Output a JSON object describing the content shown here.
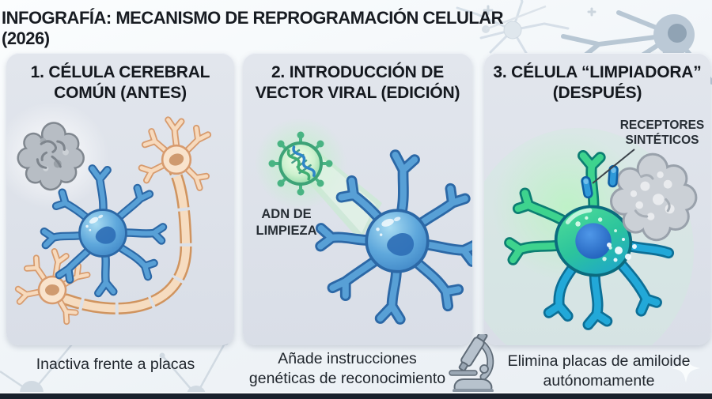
{
  "title": "INFOGRAFÍA: MECANISMO DE REPROGRAMACIÓN CELULAR (2026)",
  "panels": [
    {
      "heading_line1": "1. CÉLULA CEREBRAL",
      "heading_line2": "COMÚN (ANTES)",
      "caption_line1": "Inactiva frente a placas"
    },
    {
      "heading_line1": "2. INTRODUCCIÓN DE",
      "heading_line2": "VECTOR VIRAL (EDICIÓN)",
      "label_line1": "ADN DE",
      "label_line2": "LIMPIEZA",
      "caption_line1": "Añade instrucciones",
      "caption_line2": "genéticas de reconocimiento"
    },
    {
      "heading_line1": "3. CÉLULA “LIMPIADORA”",
      "heading_line2": "(DESPUÉS)",
      "label_line1": "RECEPTORES",
      "label_line2": "SINTÉTICOS",
      "caption_line1": "Elimina placas de amiloide",
      "caption_line2": "autónomamente"
    }
  ],
  "icons": {
    "microscope": "microscope-icon",
    "viral_vector": "viral-vector-icon",
    "dna_helix": "dna-helix-icon",
    "amyloid_plaque": "amyloid-plaque-icon",
    "sparkle": "sparkle-icon"
  },
  "colors": {
    "page_background": "#f2f6f9",
    "panel_background": "#dde2ea",
    "bottom_bar": "#19212c",
    "healthy_cell_blue": "#5fa8dc",
    "neuron_orange": "#f6dcc0",
    "amyloid_plaque_gray": "#b7bdc4",
    "viral_vector_green": "#49b483",
    "cleaner_cell_green": "#3ed38e",
    "cleaner_cell_teal": "#22a8d8",
    "receptor_blue": "#2f9ad9"
  }
}
